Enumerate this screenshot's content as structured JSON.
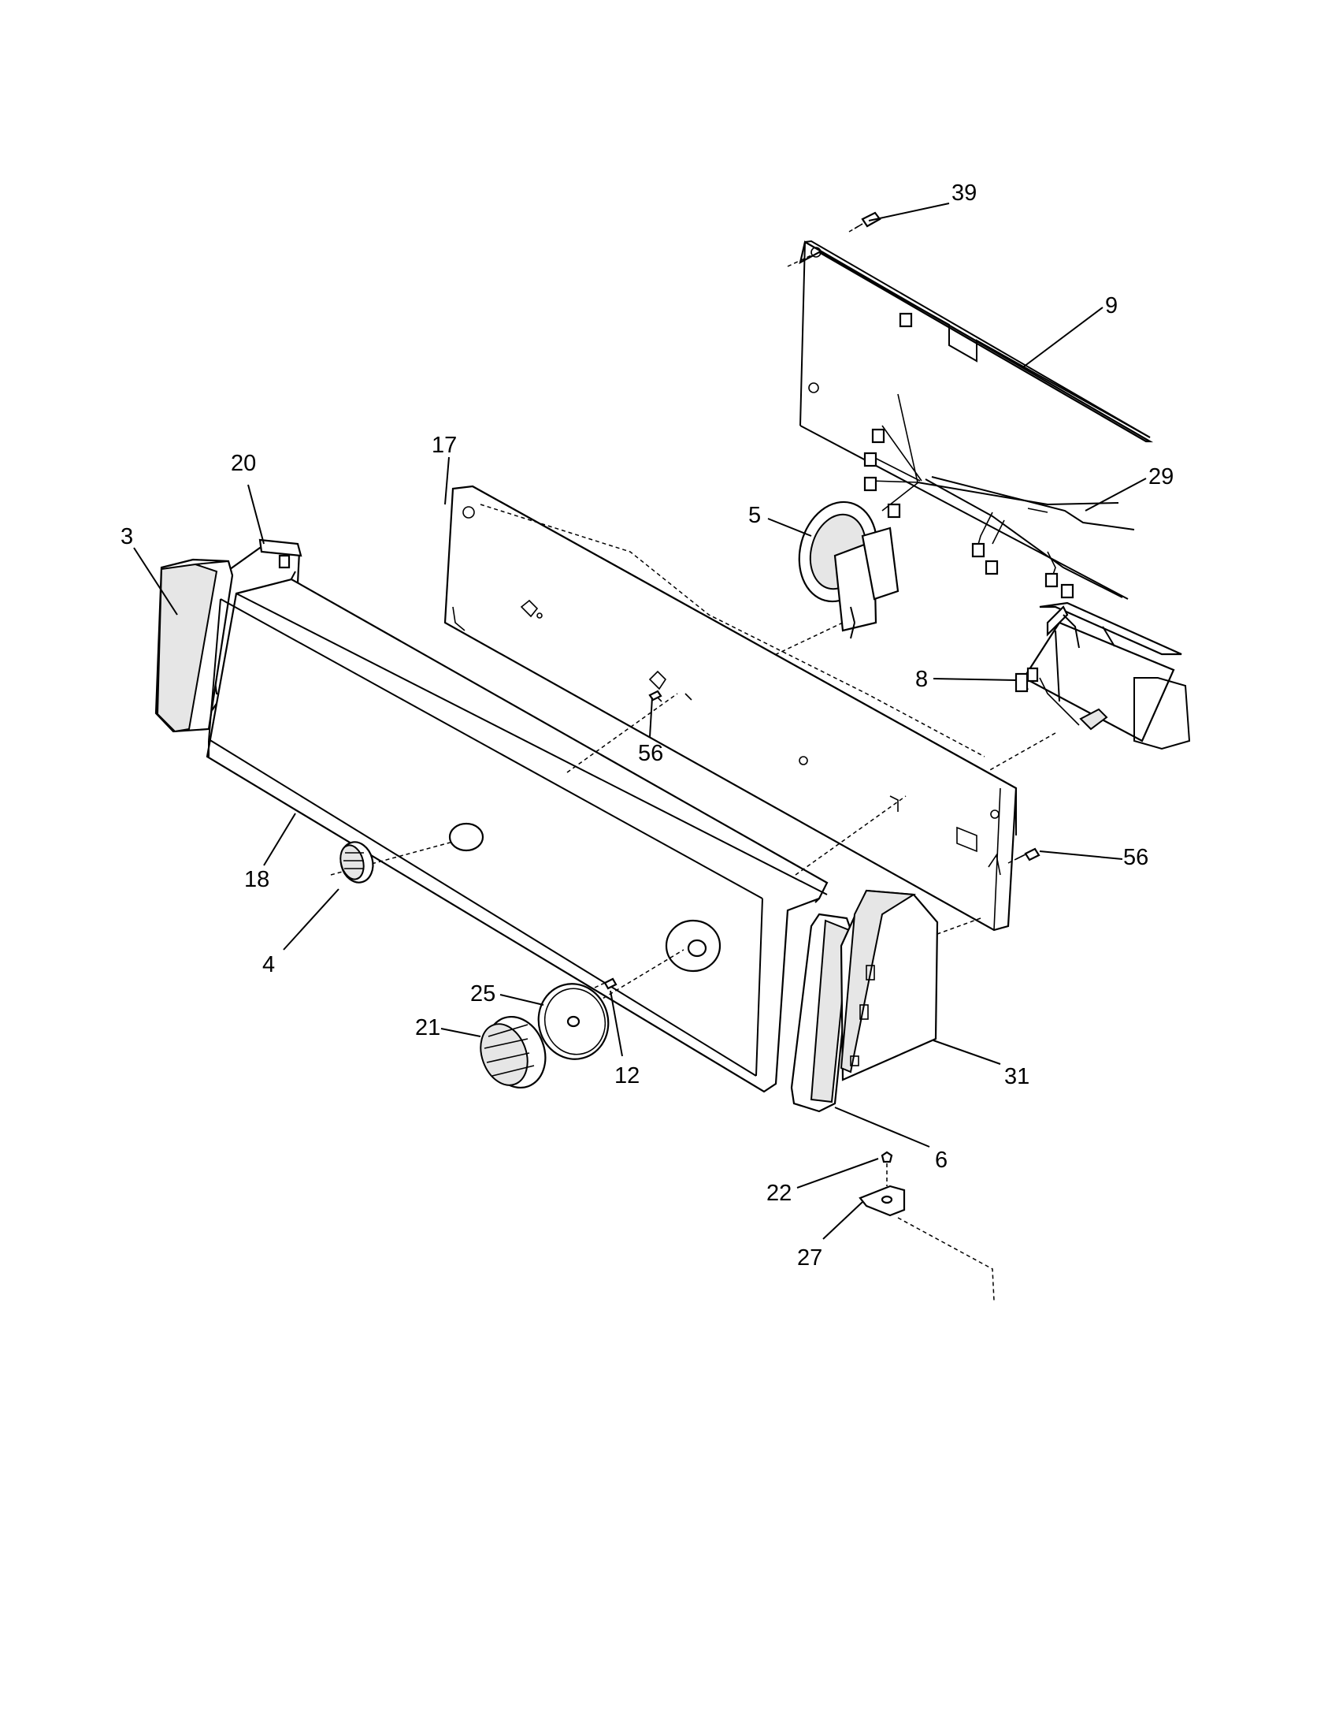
{
  "callouts": [
    {
      "id": "39",
      "text": "39"
    },
    {
      "id": "9",
      "text": "9"
    },
    {
      "id": "29",
      "text": "29"
    },
    {
      "id": "17",
      "text": "17"
    },
    {
      "id": "5",
      "text": "5"
    },
    {
      "id": "20",
      "text": "20"
    },
    {
      "id": "3",
      "text": "3"
    },
    {
      "id": "8",
      "text": "8"
    },
    {
      "id": "56a",
      "text": "56"
    },
    {
      "id": "56b",
      "text": "56"
    },
    {
      "id": "18",
      "text": "18"
    },
    {
      "id": "4",
      "text": "4"
    },
    {
      "id": "25",
      "text": "25"
    },
    {
      "id": "21",
      "text": "21"
    },
    {
      "id": "12",
      "text": "12"
    },
    {
      "id": "31",
      "text": "31"
    },
    {
      "id": "6",
      "text": "6"
    },
    {
      "id": "22",
      "text": "22"
    },
    {
      "id": "27",
      "text": "27"
    }
  ]
}
